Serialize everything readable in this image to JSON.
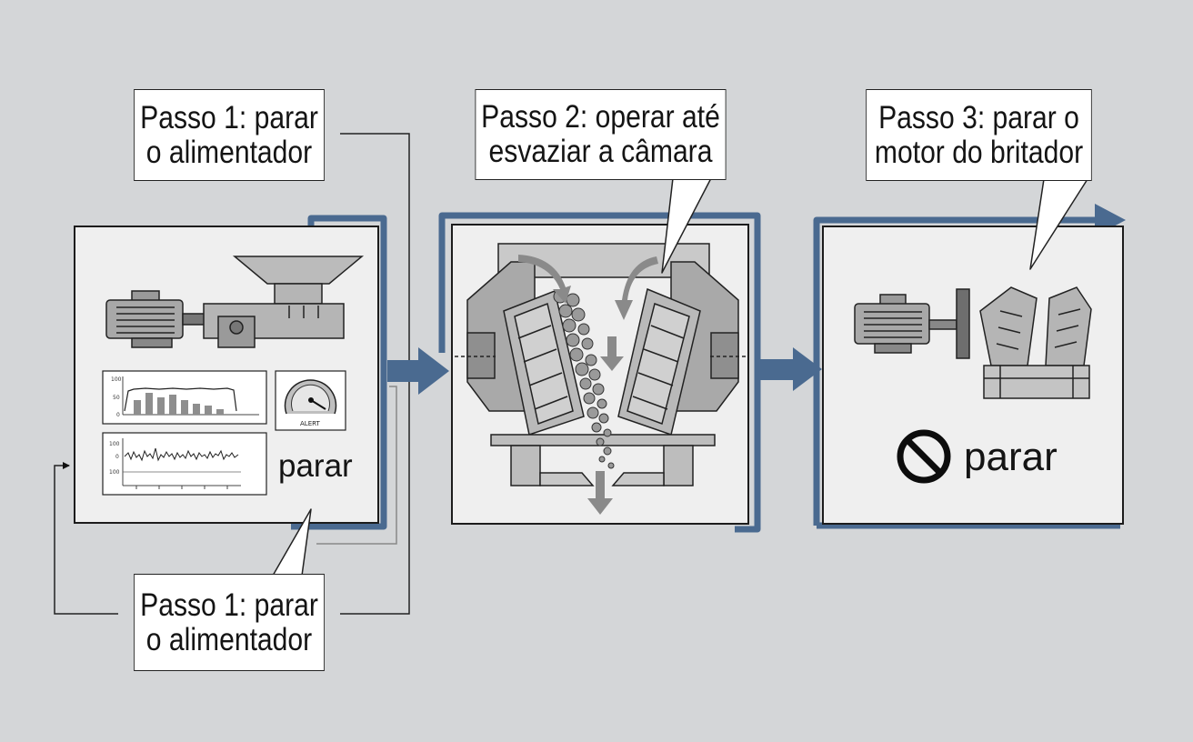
{
  "steps": [
    {
      "id": "step1",
      "label": "Passo 1: parar\no alimentador"
    },
    {
      "id": "step2",
      "label": "Passo 2: operar até\nesvaziar a câmara"
    },
    {
      "id": "step3",
      "label": "Passo 3: parar o\nmotor do britador"
    }
  ],
  "step1_repeat": {
    "label": "Passo 1: parar\no alimentador"
  },
  "panel1": {
    "action_word": "parar",
    "chart_top": {
      "ticks": [
        "100",
        "50",
        "0"
      ]
    },
    "chart_bottom": {
      "ticks": [
        "100",
        "0",
        "100"
      ]
    },
    "gauge": {
      "label": "ALERT"
    }
  },
  "panel3": {
    "action_word": "parar",
    "icon": "prohibited-icon"
  },
  "colors": {
    "flow_arrow": "#4a6a90",
    "background": "#d4d6d8",
    "panel": "#efefef"
  }
}
